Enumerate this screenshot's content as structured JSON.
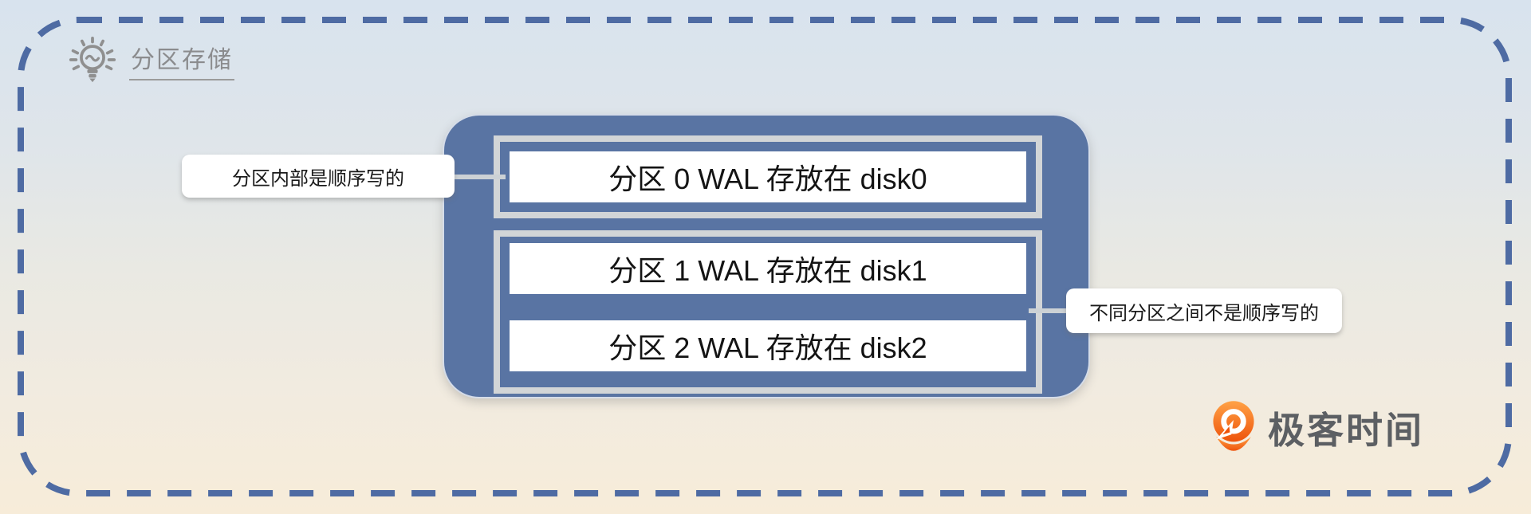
{
  "header": {
    "title": "分区存储"
  },
  "diagram": {
    "left_callout": "分区内部是顺序写的",
    "right_callout": "不同分区之间不是顺序写的",
    "groups": [
      {
        "rows": [
          "分区 0 WAL 存放在 disk0"
        ]
      },
      {
        "rows": [
          "分区 1 WAL 存放在 disk1",
          "分区 2 WAL 存放在 disk2"
        ]
      }
    ],
    "colors": {
      "box_blue": "#5974a3",
      "group_border_gray": "#d2d5d7",
      "dashed_border_blue": "#4e6ba3",
      "connector_gray": "#ccd1d5",
      "background_top": "#d8e3ee",
      "background_bottom": "#f7ecd9"
    }
  },
  "logo": {
    "text": "极客时间",
    "icon": "geektime-logo-icon",
    "orange": "#f2590d"
  }
}
